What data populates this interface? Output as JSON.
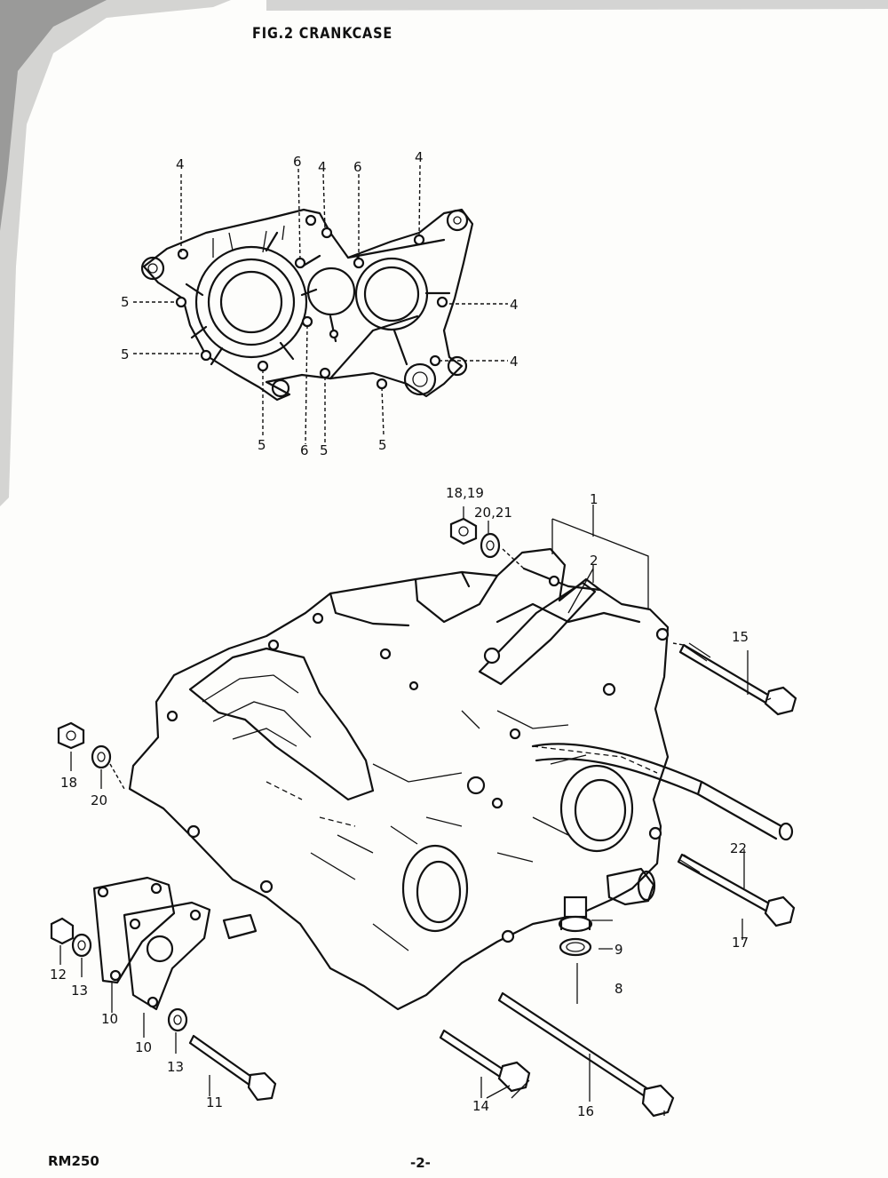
{
  "title": "FIG.2 CRANKCASE",
  "footer": {
    "model": "RM250",
    "page": "-2-"
  },
  "top_view_labels": {
    "label_4a": "4",
    "label_6a": "6",
    "label_4b": "4",
    "label_6b": "6",
    "label_4c": "4",
    "label_5a": "5",
    "label_4d": "4",
    "label_5b": "5",
    "label_4e": "4",
    "label_5c": "5",
    "label_6c": "6",
    "label_5d": "5",
    "label_5e": "5"
  },
  "part_labels": {
    "p1": "1",
    "p2": "2",
    "p8": "8",
    "p9": "9",
    "p10a": "10",
    "p10b": "10",
    "p11": "11",
    "p12": "12",
    "p13a": "13",
    "p13b": "13",
    "p14": "14",
    "p15": "15",
    "p16": "16",
    "p17": "17",
    "p18a": "18",
    "p1819": "18,19",
    "p2021": "20,21",
    "p20": "20",
    "p22": "22"
  }
}
